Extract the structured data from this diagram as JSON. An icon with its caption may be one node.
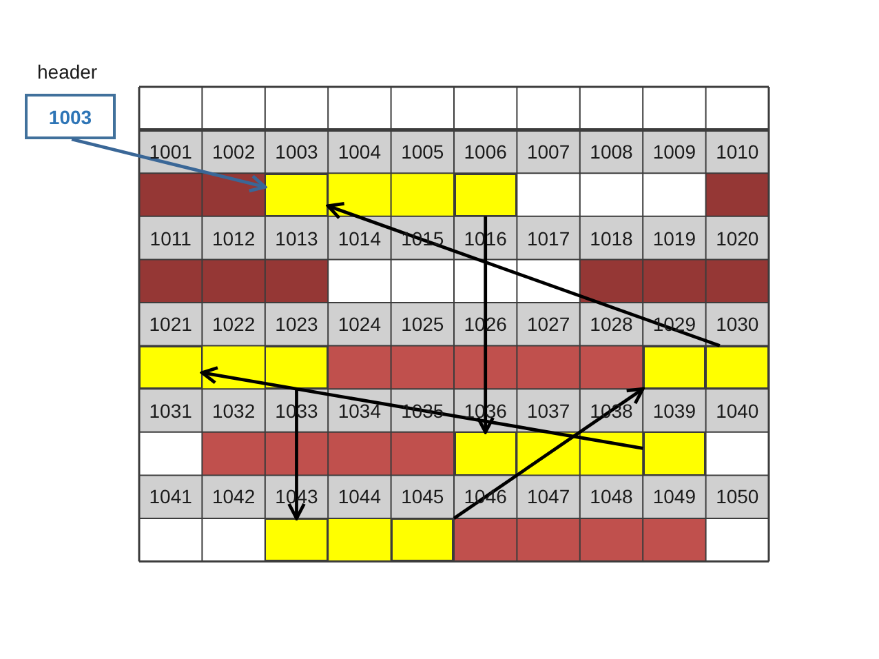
{
  "diagram": {
    "nodes": [
      {
        "text": [
          "1003"
        ],
        "beside": [
          "header"
        ]
      },
      {
        "text": [],
        "shape": "box"
      },
      {
        "text": [],
        "shape": "box"
      },
      {
        "text": [],
        "shape": "box"
      },
      {
        "text": [],
        "shape": "box"
      },
      {
        "text": [],
        "shape": "box"
      },
      {
        "text": [],
        "shape": "box"
      },
      {
        "text": [],
        "shape": "box"
      },
      {
        "text": [],
        "shape": "box"
      },
      {
        "text": [],
        "shape": "box"
      },
      {
        "text": [],
        "shape": "box"
      }
    ],
    "edges": [
      {
        "from": 0,
        "to": 1,
        "arrow": "to",
        "color": "#3a6797"
      },
      {
        "from": 6,
        "to": 1,
        "arrow": "to"
      },
      {
        "from": 2,
        "to": 7,
        "arrow": "to"
      },
      {
        "from": 8,
        "to": 3,
        "arrow": "to"
      },
      {
        "from": 4,
        "to": 9,
        "arrow": "to"
      },
      {
        "from": 10,
        "to": 5,
        "arrow": "to"
      }
    ],
    "labels": [
      "1001",
      "1002",
      "1003",
      "1004",
      "1005",
      "1006",
      "1007",
      "1008",
      "1009",
      "1010",
      "1011",
      "1012",
      "1013",
      "1014",
      "1015",
      "1016",
      "1017",
      "1018",
      "1019",
      "1020",
      "1021",
      "1022",
      "1023",
      "1024",
      "1025",
      "1026",
      "1027",
      "1028",
      "1029",
      "1030",
      "1031",
      "1032",
      "1033",
      "1034",
      "1035",
      "1036",
      "1037",
      "1038",
      "1039",
      "1040",
      "1041",
      "1042",
      "1043",
      "1044",
      "1045",
      "1046",
      "1047",
      "1048",
      "1049",
      "1050"
    ]
  }
}
